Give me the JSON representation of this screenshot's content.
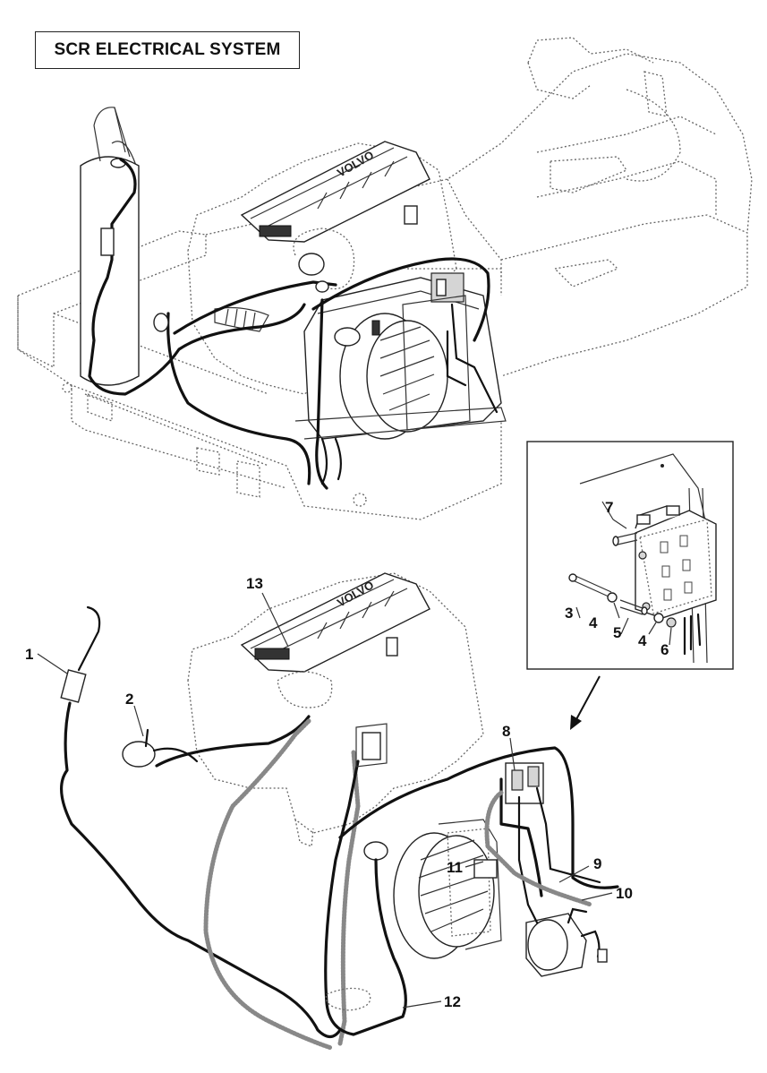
{
  "title": "SCR ELECTRICAL SYSTEM",
  "callouts": {
    "c1": "1",
    "c2": "2",
    "c3": "3",
    "c4a": "4",
    "c4b": "4",
    "c5": "5",
    "c6": "6",
    "c7": "7",
    "c8": "8",
    "c9": "9",
    "c10": "10",
    "c11": "11",
    "c12": "12",
    "c13": "13"
  },
  "engine_cover_brand": "VOLVO",
  "colors": {
    "line": "#222222",
    "dashed": "#666666",
    "hose": "#888888",
    "background": "#ffffff"
  }
}
